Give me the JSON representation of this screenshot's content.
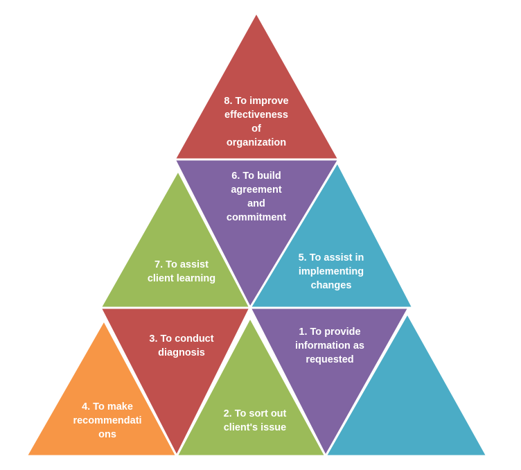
{
  "colors": {
    "red": "#C0504D",
    "purple": "#8064A2",
    "teal": "#4BACC6",
    "green": "#9BBB59",
    "orange": "#F79646"
  },
  "pyramid": {
    "items": [
      {
        "id": "8",
        "text": "8. To improve\neffectiveness\nof\norganization",
        "color": "red"
      },
      {
        "id": "6",
        "text": "6. To build\nagreement\nand\ncommitment",
        "color": "purple"
      },
      {
        "id": "7",
        "text": "7. To assist\nclient learning",
        "color": "green"
      },
      {
        "id": "5",
        "text": "5. To assist in\nimplementing\nchanges",
        "color": "teal"
      },
      {
        "id": "3",
        "text": "3. To conduct\ndiagnosis",
        "color": "red"
      },
      {
        "id": "1",
        "text": "1. To provide\ninformation as\nrequested",
        "color": "purple"
      },
      {
        "id": "4",
        "text": "4. To make\nrecommendati\nons",
        "color": "orange"
      },
      {
        "id": "2",
        "text": "2. To sort out\nclient's issue",
        "color": "green"
      },
      {
        "id": "blank",
        "text": "",
        "color": "teal"
      }
    ]
  }
}
